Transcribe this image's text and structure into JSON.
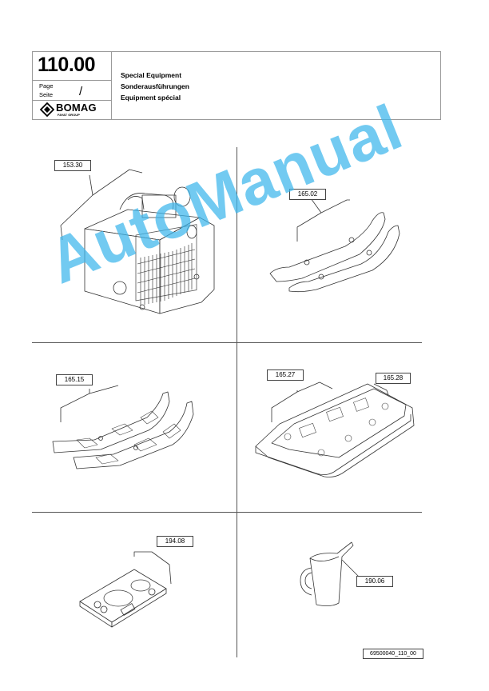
{
  "header": {
    "section_number": "110.00",
    "page_label": "Page",
    "seite_label": "Seite",
    "page_value": "/",
    "logo_text": "BOMAG",
    "logo_subtext": "FAYAT GROUP",
    "title_en": "Special Equipment",
    "title_de": "Sonderausführungen",
    "title_fr": "Equipment spécial"
  },
  "callouts": {
    "c153_30": "153.30",
    "c165_02": "165.02",
    "c165_15": "165.15",
    "c165_27": "165.27",
    "c165_28": "165.28",
    "c194_08": "194.08",
    "c190_06": "190.06"
  },
  "document_ref": "69500040_110_00",
  "watermark": "AutoManual",
  "colors": {
    "watermark": "#3db6ec",
    "line": "#555555"
  }
}
